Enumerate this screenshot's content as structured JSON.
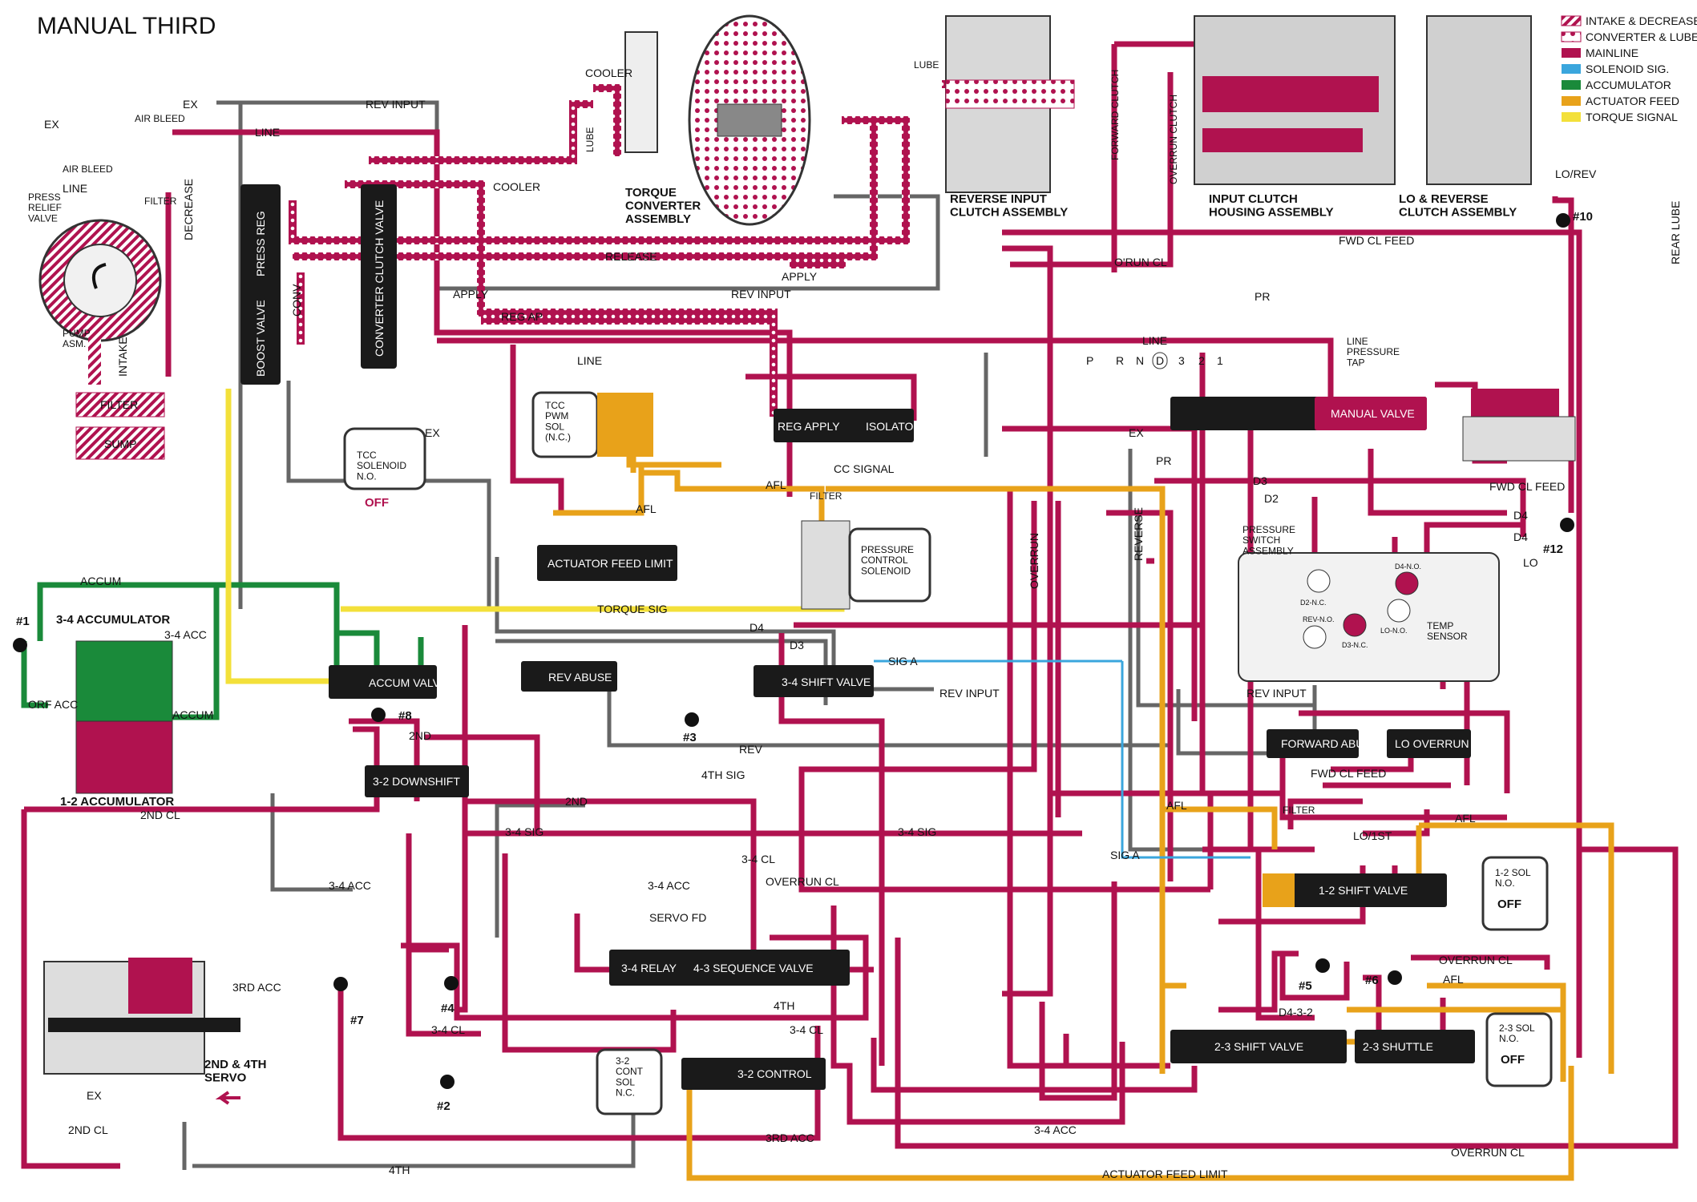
{
  "title": "MANUAL THIRD",
  "legend": [
    {
      "label": "INTAKE & DECREASE",
      "color": "#b0124f",
      "pattern": "hatch"
    },
    {
      "label": "CONVERTER & LUBE",
      "color": "#b0124f",
      "pattern": "dots"
    },
    {
      "label": "MAINLINE",
      "color": "#b0124f",
      "pattern": "solid"
    },
    {
      "label": "SOLENOID SIG.",
      "color": "#3aa6dd",
      "pattern": "solid"
    },
    {
      "label": "ACCUMULATOR",
      "color": "#1a8a3a",
      "pattern": "solid"
    },
    {
      "label": "ACTUATOR FEED",
      "color": "#e8a21a",
      "pattern": "solid"
    },
    {
      "label": "TORQUE SIGNAL",
      "color": "#f3e03a",
      "pattern": "solid"
    }
  ],
  "colors": {
    "mainline": "#b0124f",
    "accumulator": "#1a8a3a",
    "actuator_feed": "#e8a21a",
    "torque_signal": "#f3e03a",
    "solenoid_sig": "#3aa6dd",
    "exhaust": "#555555",
    "valve_body": "#1a1a1a"
  },
  "assemblies": {
    "torque_converter": "TORQUE\nCONVERTER\nASSEMBLY",
    "reverse_input": "REVERSE INPUT\nCLUTCH ASSEMBLY",
    "input_clutch": "INPUT CLUTCH\nHOUSING ASSEMBLY",
    "lo_reverse": "LO & REVERSE\nCLUTCH ASSEMBLY",
    "accum_34": "3-4 ACCUMULATOR",
    "accum_12": "1-2 ACCUMULATOR",
    "servo": "2ND & 4TH\nSERVO",
    "pressure_switch": "PRESSURE\nSWITCH\nASSEMBLY",
    "pump": "PUMP\nASM.",
    "press_relief": "PRESS\nRELIEF\nVALVE",
    "filter": "FILTER",
    "sump": "SUMP",
    "cooler": "COOLER"
  },
  "solenoids": {
    "tcc": {
      "label": "TCC\nSOLENOID\nN.O.",
      "state": "OFF"
    },
    "tcc_pwm": {
      "label": "TCC\nPWM\nSOL\n(N.C.)"
    },
    "pcs": {
      "label": "PRESSURE\nCONTROL\nSOLENOID"
    },
    "sol_12": {
      "label": "1-2 SOL\nN.O.",
      "state": "OFF"
    },
    "sol_23": {
      "label": "2-3 SOL\nN.O.",
      "state": "OFF"
    },
    "cont_32": {
      "label": "3-2\nCONT\nSOL\nN.C."
    }
  },
  "valves": [
    {
      "key": "press_reg",
      "label": "PRESS REG"
    },
    {
      "key": "boost",
      "label": "BOOST VALVE"
    },
    {
      "key": "conv_clutch",
      "label": "CONVERTER CLUTCH VALVE"
    },
    {
      "key": "reg_apply",
      "label": "REG APPLY"
    },
    {
      "key": "isolator",
      "label": "ISOLATOR"
    },
    {
      "key": "actuator_feed_limit",
      "label": "ACTUATOR FEED LIMIT"
    },
    {
      "key": "accum_valve",
      "label": "ACCUM VALVE"
    },
    {
      "key": "rev_abuse",
      "label": "REV ABUSE"
    },
    {
      "key": "shift_34",
      "label": "3-4 SHIFT VALVE"
    },
    {
      "key": "downshift_32",
      "label": "3-2 DOWNSHIFT"
    },
    {
      "key": "relay_34",
      "label": "3-4 RELAY"
    },
    {
      "key": "seq_43",
      "label": "4-3 SEQUENCE VALVE"
    },
    {
      "key": "control_32",
      "label": "3-2 CONTROL"
    },
    {
      "key": "manual",
      "label": "MANUAL VALVE"
    },
    {
      "key": "forward_abuse",
      "label": "FORWARD ABUSE"
    },
    {
      "key": "lo_overrun",
      "label": "LO OVERRUN"
    },
    {
      "key": "shift_12",
      "label": "1-2 SHIFT VALVE"
    },
    {
      "key": "shift_23",
      "label": "2-3 SHIFT VALVE"
    },
    {
      "key": "shuttle_23",
      "label": "2-3 SHUTTLE"
    }
  ],
  "gear_selector": {
    "positions": [
      "P",
      "R",
      "N",
      "D",
      "3",
      "2",
      "1"
    ],
    "selected": "D"
  },
  "line_labels": {
    "rev_input": "REV INPUT",
    "line": "LINE",
    "cooler": "COOLER",
    "release": "RELEASE",
    "apply": "APPLY",
    "reg_ap": "REG AP",
    "decrease": "DECREASE",
    "intake": "INTAKE",
    "conv": "CONV",
    "afl": "AFL",
    "cc_signal": "CC SIGNAL",
    "torque_sig": "TORQUE SIG",
    "accum": "ACCUM",
    "acc_34": "3-4 ACC",
    "orf_acc": "ORF ACC",
    "d4": "D4",
    "d3": "D3",
    "d2": "D2",
    "sig_a": "SIG A",
    "rev": "REV",
    "sig_4th": "4TH SIG",
    "c2nd": "2ND CL",
    "nd2": "2ND",
    "sig_34": "3-4 SIG",
    "cl_34": "3-4 CL",
    "overrun_cl": "OVERRUN CL",
    "servo_fd": "SERVO FD",
    "th4": "4TH",
    "acc_3rd": "3RD ACC",
    "orun_cl": "O'RUN CL",
    "pr": "PR",
    "fwd_cl_feed": "FWD CL FEED",
    "lo_rev": "LO/REV",
    "lo": "LO",
    "lo_1st": "LO/1ST",
    "d432": "D4-3-2",
    "actuator_feed_limit": "ACTUATOR FEED LIMIT",
    "rear_lube": "REAR LUBE",
    "fwd_clutch": "FORWARD CLUTCH",
    "overrun_clutch": "OVERRUN CLUTCH",
    "lube": "LUBE",
    "air_bleed": "AIR BLEED",
    "ex": "EX",
    "filter_small": "FILTER",
    "line_pressure_tap": "LINE\nPRESSURE\nTAP",
    "reverse": "REVERSE",
    "overrun": "OVERRUN",
    "temp_sensor": "TEMP\nSENSOR"
  },
  "checkballs": [
    "#1",
    "#2",
    "#3",
    "#4",
    "#5",
    "#6",
    "#7",
    "#8",
    "#10",
    "#12"
  ],
  "switch_ports": [
    "D2-N.C.",
    "D4-N.O.",
    "REV-N.O.",
    "D3-N.C.",
    "LO-N.O."
  ]
}
